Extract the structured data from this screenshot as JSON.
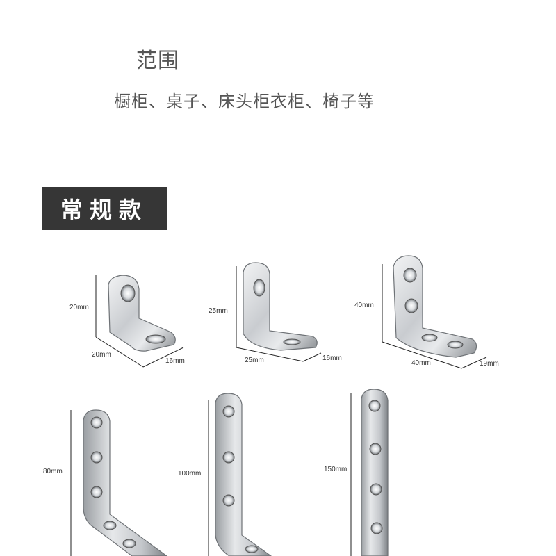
{
  "scope": {
    "title": "范围",
    "description": "橱柜、桌子、床头柜衣柜、椅子等"
  },
  "section": {
    "label": "常规款"
  },
  "products": [
    {
      "height": "20mm",
      "width": "20mm",
      "depth": "16mm"
    },
    {
      "height": "25mm",
      "width": "25mm",
      "depth": "16mm"
    },
    {
      "height": "40mm",
      "width": "40mm",
      "depth": "19mm"
    },
    {
      "height": "80mm"
    },
    {
      "height": "100mm"
    },
    {
      "height": "150mm"
    }
  ],
  "colors": {
    "label_bg": "#363636",
    "metal_light": "#e4e6e8",
    "metal_dark": "#8c9094"
  }
}
